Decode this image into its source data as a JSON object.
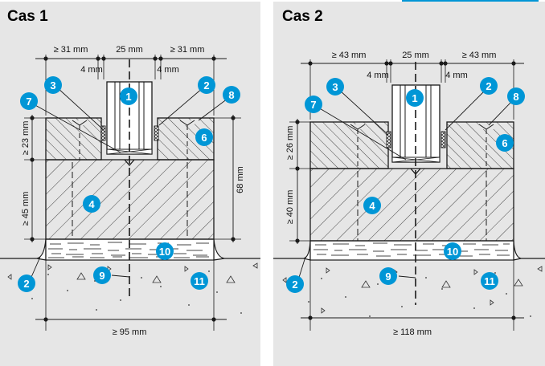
{
  "panels": [
    {
      "title": "Cas 1",
      "dims": {
        "top_left": "≥ 31 mm",
        "top_mid": "25 mm",
        "top_right": "≥ 31 mm",
        "gap_left": "4 mm",
        "gap_right": "4 mm",
        "left_upper": "≥ 23 mm",
        "left_lower": "≥ 45 mm",
        "right_total": "68 mm",
        "bottom": "≥ 95 mm"
      },
      "markers": [
        "1",
        "3",
        "7",
        "2",
        "8",
        "6",
        "4",
        "10",
        "9",
        "2",
        "11"
      ]
    },
    {
      "title": "Cas 2",
      "dims": {
        "top_left": "≥ 43 mm",
        "top_mid": "25 mm",
        "top_right": "≥ 43 mm",
        "gap_left": "4 mm",
        "gap_right": "4 mm",
        "left_upper": "≥ 26 mm",
        "left_lower": "≥ 40 mm",
        "bottom": "≥ 118 mm"
      },
      "markers": [
        "1",
        "3",
        "7",
        "2",
        "8",
        "6",
        "4",
        "10",
        "9",
        "2",
        "11"
      ]
    }
  ],
  "colors": {
    "accent": "#0096d6",
    "panel_bg": "#e6e6e6",
    "line": "#1a1a1a"
  }
}
